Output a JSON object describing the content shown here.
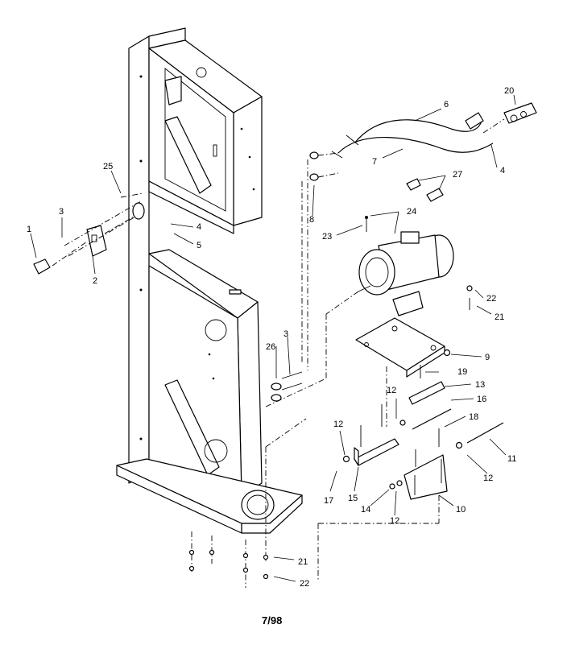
{
  "diagram": {
    "footer_code": "7/98",
    "callouts": [
      {
        "id": "c1",
        "text": "1"
      },
      {
        "id": "c2",
        "text": "2"
      },
      {
        "id": "c3a",
        "text": "3"
      },
      {
        "id": "c3b",
        "text": "3"
      },
      {
        "id": "c4a",
        "text": "4"
      },
      {
        "id": "c4b",
        "text": "4"
      },
      {
        "id": "c5",
        "text": "5"
      },
      {
        "id": "c6",
        "text": "6"
      },
      {
        "id": "c7",
        "text": "7"
      },
      {
        "id": "c8",
        "text": "8"
      },
      {
        "id": "c9",
        "text": "9"
      },
      {
        "id": "c10",
        "text": "10"
      },
      {
        "id": "c11",
        "text": "11"
      },
      {
        "id": "c12a",
        "text": "12"
      },
      {
        "id": "c12b",
        "text": "12"
      },
      {
        "id": "c12c",
        "text": "12"
      },
      {
        "id": "c12d",
        "text": "12"
      },
      {
        "id": "c13",
        "text": "13"
      },
      {
        "id": "c14",
        "text": "14"
      },
      {
        "id": "c15",
        "text": "15"
      },
      {
        "id": "c16",
        "text": "16"
      },
      {
        "id": "c17",
        "text": "17"
      },
      {
        "id": "c18",
        "text": "18"
      },
      {
        "id": "c19",
        "text": "19"
      },
      {
        "id": "c20",
        "text": "20"
      },
      {
        "id": "c21a",
        "text": "21"
      },
      {
        "id": "c21b",
        "text": "21"
      },
      {
        "id": "c22a",
        "text": "22"
      },
      {
        "id": "c22b",
        "text": "22"
      },
      {
        "id": "c23",
        "text": "23"
      },
      {
        "id": "c24",
        "text": "24"
      },
      {
        "id": "c25",
        "text": "25"
      },
      {
        "id": "c26",
        "text": "26"
      },
      {
        "id": "c27",
        "text": "27"
      }
    ]
  }
}
